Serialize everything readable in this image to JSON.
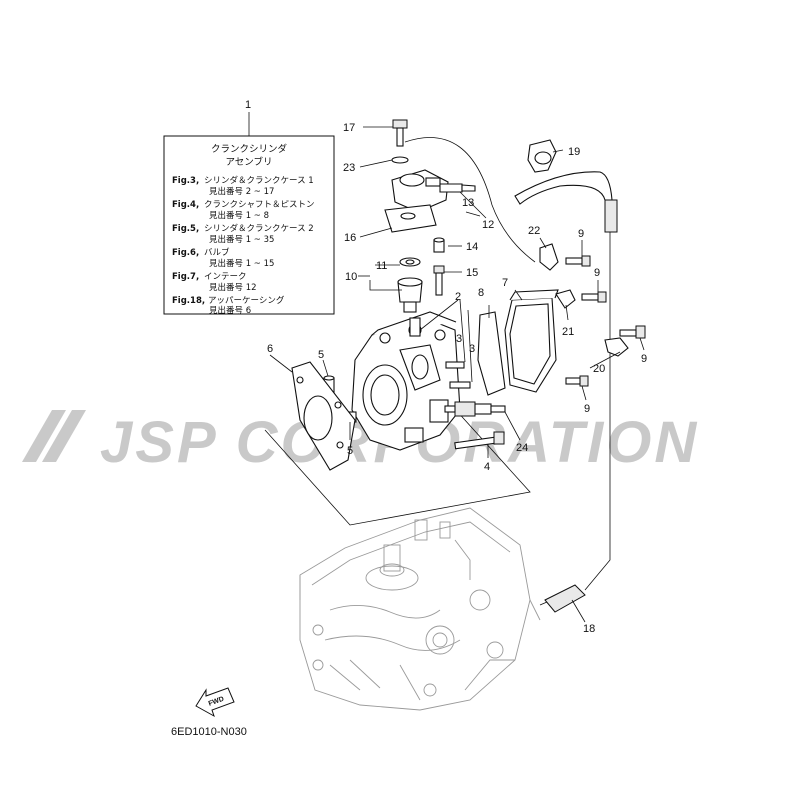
{
  "diagram": {
    "info_box": {
      "title_line1": "クランクシリンダ",
      "title_line2": "アセンブリ",
      "lines": [
        {
          "fig": "Fig.3,",
          "name": "シリンダ＆クランクケース 1",
          "ref": "見出番号 2 ~ 17"
        },
        {
          "fig": "Fig.4,",
          "name": "クランクシャフト＆ピストン",
          "ref": "見出番号 1 ~ 8"
        },
        {
          "fig": "Fig.5,",
          "name": "シリンダ＆クランクケース 2",
          "ref": "見出番号 1 ~ 35"
        },
        {
          "fig": "Fig.6,",
          "name": "バルブ",
          "ref": "見出番号 1 ~ 15"
        },
        {
          "fig": "Fig.7,",
          "name": "インテーク",
          "ref": "見出番号 12"
        },
        {
          "fig": "Fig.18,",
          "name": "アッパーケーシング",
          "ref": "見出番号 6"
        }
      ]
    },
    "callouts": {
      "c1": "1",
      "c2": "2",
      "c3a": "3",
      "c3b": "3",
      "c4": "4",
      "c5a": "5",
      "c5b": "5",
      "c6": "6",
      "c7": "7",
      "c8": "8",
      "c9a": "9",
      "c9b": "9",
      "c9c": "9",
      "c9d": "9",
      "c10": "10",
      "c11": "11",
      "c12": "12",
      "c13": "13",
      "c14": "14",
      "c15": "15",
      "c16": "16",
      "c17": "17",
      "c18": "18",
      "c19": "19",
      "c20": "20",
      "c21": "21",
      "c22": "22",
      "c23": "23",
      "c24": "24"
    },
    "fwd_label": "FWD",
    "diagram_code": "6ED1010-N030",
    "watermark": "JSP CORPORATION"
  },
  "colors": {
    "line": "#111111",
    "watermark": "#c9c9c9",
    "ghost_part": "#9a9a9a",
    "background": "#ffffff"
  }
}
